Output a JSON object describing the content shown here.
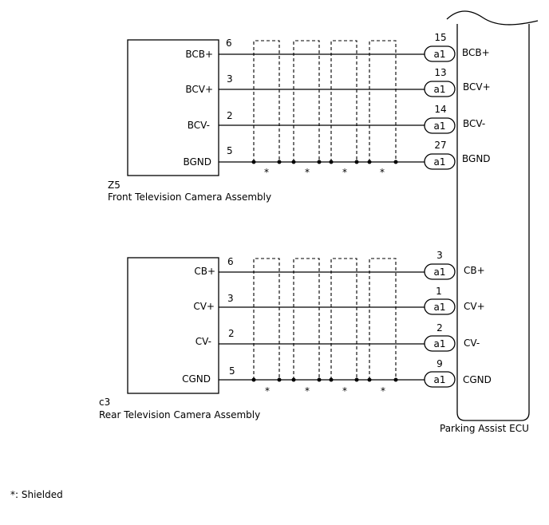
{
  "front": {
    "code": "Z5",
    "name": "Front Television Camera Assembly",
    "signals": [
      {
        "label": "BCB+",
        "pin": "6",
        "ecu_pin": "15",
        "connector": "a1",
        "ecu_label": "BCB+"
      },
      {
        "label": "BCV+",
        "pin": "3",
        "ecu_pin": "13",
        "connector": "a1",
        "ecu_label": "BCV+"
      },
      {
        "label": "BCV-",
        "pin": "2",
        "ecu_pin": "14",
        "connector": "a1",
        "ecu_label": "BCV-"
      },
      {
        "label": "BGND",
        "pin": "5",
        "ecu_pin": "27",
        "connector": "a1",
        "ecu_label": "BGND"
      }
    ]
  },
  "rear": {
    "code": "c3",
    "name": "Rear Television Camera Assembly",
    "signals": [
      {
        "label": "CB+",
        "pin": "6",
        "ecu_pin": "3",
        "connector": "a1",
        "ecu_label": "CB+"
      },
      {
        "label": "CV+",
        "pin": "3",
        "ecu_pin": "1",
        "connector": "a1",
        "ecu_label": "CV+"
      },
      {
        "label": "CV-",
        "pin": "2",
        "ecu_pin": "2",
        "connector": "a1",
        "ecu_label": "CV-"
      },
      {
        "label": "CGND",
        "pin": "5",
        "ecu_pin": "9",
        "connector": "a1",
        "ecu_label": "CGND"
      }
    ]
  },
  "shield_marker": "*",
  "ecu_name": "Parking Assist ECU",
  "legend": "*: Shielded"
}
